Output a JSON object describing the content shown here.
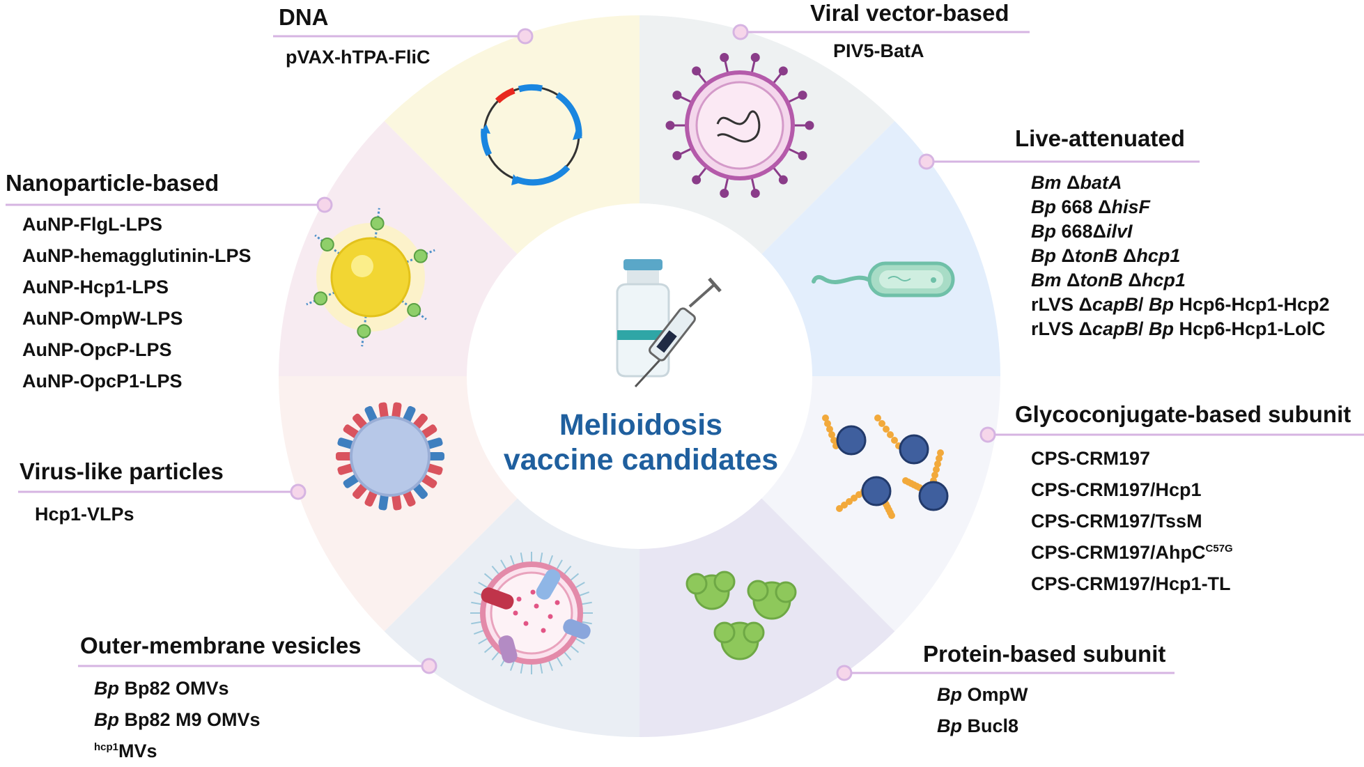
{
  "center": {
    "line1": "Melioidosis",
    "line2": "vaccine candidates"
  },
  "colors": {
    "title": "#1f5f9e",
    "leader_line": "#d6b4e2",
    "leader_dot": "#f6d6ea",
    "dna": "#eef1f2",
    "viral": "#e3eefc",
    "live": "#f4f5fa",
    "glyco": "#e8e6f3",
    "protein": "#eaeef4",
    "omv": "#fbf1ef",
    "vlp": "#f7ebf1",
    "nano": "#fbf7df"
  },
  "categories": {
    "dna": {
      "title": "DNA",
      "items": [
        {
          "text": "pVAX-hTPA-FliC"
        }
      ]
    },
    "viral": {
      "title": "Viral vector-based",
      "items": [
        {
          "text": "PIV5-BatA"
        }
      ]
    },
    "live": {
      "title": "Live-attenuated",
      "items": [
        {
          "html": "<i>Bm</i> Δ<i>batA</i>"
        },
        {
          "html": "<i>Bp</i> 668 Δ<i>hisF</i>"
        },
        {
          "html": "<i>Bp</i> 668Δ<i>ilvI</i>"
        },
        {
          "html": "<i>Bp</i> Δ<i>tonB</i> Δ<i>hcp1</i>"
        },
        {
          "html": "<i>Bm</i> Δ<i>tonB</i> Δ<i>hcp1</i>"
        },
        {
          "html": "rLVS Δ<i>capB</i>/ <i>Bp</i> Hcp6-Hcp1-Hcp2"
        },
        {
          "html": "rLVS Δ<i>capB</i>/ <i>Bp</i> Hcp6-Hcp1-LolC"
        }
      ]
    },
    "glyco": {
      "title": "Glycoconjugate-based subunit",
      "items": [
        {
          "text": "CPS-CRM197"
        },
        {
          "text": "CPS-CRM197/Hcp1"
        },
        {
          "text": "CPS-CRM197/TssM"
        },
        {
          "html": "CPS-CRM197/AhpC<span class=\"sup\">C57G</span>"
        },
        {
          "text": "CPS-CRM197/Hcp1-TL"
        }
      ]
    },
    "protein": {
      "title": "Protein-based subunit",
      "items": [
        {
          "html": "<i>Bp</i> OmpW"
        },
        {
          "html": "<i>Bp</i> Bucl8"
        }
      ]
    },
    "omv": {
      "title": "Outer-membrane vesicles",
      "items": [
        {
          "html": "<i>Bp</i> Bp82 OMVs"
        },
        {
          "html": "<i>Bp</i> Bp82 M9 OMVs"
        },
        {
          "html": "<span class=\"sup\">hcp1</span>MVs"
        }
      ]
    },
    "vlp": {
      "title": "Virus-like particles",
      "items": [
        {
          "text": "Hcp1-VLPs"
        }
      ]
    },
    "nano": {
      "title": "Nanoparticle-based",
      "items": [
        {
          "text": "AuNP-FlgL-LPS"
        },
        {
          "text": "AuNP-hemagglutinin-LPS"
        },
        {
          "text": "AuNP-Hcp1-LPS"
        },
        {
          "text": "AuNP-OmpW-LPS"
        },
        {
          "text": "AuNP-OpcP-LPS"
        },
        {
          "text": "AuNP-OpcP1-LPS"
        }
      ]
    }
  }
}
